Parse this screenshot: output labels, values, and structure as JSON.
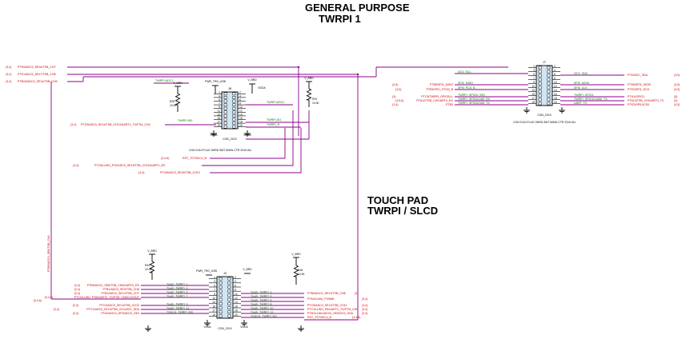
{
  "titles": {
    "general_purpose": "GENERAL PURPOSE",
    "twrpi_1": "TWRPI 1",
    "touch_pad": "TOUCH PAD",
    "twrpi_slcd": "TWRPI / SLCD"
  },
  "colors": {
    "wire": "#8b008b",
    "net_label": "#007a00",
    "sheet_ref": "#cc0000",
    "component": "#000000",
    "connector_fill": "#cfe6f5",
    "pin_number": "#000000"
  },
  "j6": {
    "ref": "J6",
    "part": "CON_2X10",
    "footprint": "CON 2X10 PLUG SHRD SMT 50MIL CTR 231H AU",
    "pins_left": [
      "1",
      "3",
      "5",
      "7",
      "9",
      "11",
      "13",
      "15",
      "17",
      "19"
    ],
    "pins_right": [
      "2",
      "4",
      "6",
      "8",
      "10",
      "12",
      "14",
      "16",
      "18",
      "20"
    ],
    "top_labels": {
      "pwr": "PWR_TRG_USB",
      "vbrd": "V_BRD",
      "vdda": "VDDA"
    },
    "bottom_labels": {
      "vssa": "VSSA",
      "vdda": "VDDA"
    },
    "left_nets": [
      "TWRPI-ADC1",
      "TWRPI-ID0"
    ],
    "right_nets": [
      "TWRPI-ADC2",
      "TWRPI-ID1",
      "TWRPI_R"
    ],
    "r_left": {
      "ref": "R28",
      "value": "10.0K",
      "supply": "V_BRD"
    },
    "r_right": {
      "ref": "R29",
      "value": "10.0K",
      "supply": "V_BRD"
    }
  },
  "j7": {
    "ref": "J7",
    "part": "CON_2X10",
    "footprint": "CON 2X10 PLUG SHRD SMT 50MIL CTR 231H AU",
    "pins_left": [
      "1",
      "3",
      "5",
      "7",
      "9",
      "11",
      "13",
      "15",
      "17",
      "19"
    ],
    "pins_right": [
      "2",
      "4",
      "6",
      "8",
      "10",
      "12",
      "14",
      "16",
      "18",
      "20"
    ],
    "left_nets": [
      "I2C0_SCL",
      "SPI0_MISO",
      "SPI0_PCS_B",
      "TWRPI_GPIO0 / IRQ",
      "TWRPI_GPIO1/CAN_RX",
      "TWRPI_GPIO2/CAN_TX"
    ],
    "right_nets": [
      "I2C0_SDA",
      "SPI0_MOSI",
      "SPI0_CLK",
      "TWRPI_GPIO1",
      "TWRPI_GPIO1/CAN0_TX",
      "UART_TX"
    ],
    "left_signals": [
      "PTB5/SPI1_MISO",
      "PTE5/SPI1_PCS0_B",
      "PTC5/TWRPI_GPIO0/LL",
      "PTA12/TSB_CH/UART0_RX",
      "PTB3"
    ],
    "right_signals": [
      "PTE4/I2C_SDA",
      "PTE6/SPI1_MOSI",
      "PTE2/SPI1_SCK",
      "PTH1/GPIO1",
      "PTA13/TSB_CH/UART0_TX",
      "PTE3/GPIO/CS0"
    ],
    "refs_left": [
      "(3,5)",
      "(3,5)",
      "(3)",
      "(3,5,6)",
      "(3,4)"
    ],
    "refs_right": [
      "(3,5)",
      "(3,5)",
      "(3,5)",
      "(5)",
      "(3)",
      "(3,5)"
    ]
  },
  "top_inputs": [
    {
      "ref": "(3,4)",
      "net": "PTE0/ADC0_SE16/TSB_CH7"
    },
    {
      "ref": "(3,4)",
      "net": "PTE1/ADC0_SE17/TSB_CH8"
    },
    {
      "ref": "(3,4)",
      "net": "PTB10/ADC0_SE14/TSB_CH9"
    }
  ],
  "j6_side_nets": [
    {
      "ref": "(3,4)",
      "net": "PTC0/ADC0_SE14/TSB_CH13/UART1_TX/FTM_CH0"
    },
    {
      "ref": "(3,4,6)",
      "net": "RST_TGT/MCU_B"
    },
    {
      "ref": "(3,4)",
      "net": "PTC6/LLWU_P10/ADC0_SE15/TSB_CH10/UART1_RX"
    },
    {
      "ref": "(3,4)",
      "net": "PTC8/ADC0_SE15/TSB_CH13"
    }
  ],
  "j2": {
    "ref": "J2",
    "part": "CON_2X10",
    "pins_left": [
      "1",
      "3",
      "5",
      "7",
      "9",
      "11",
      "13",
      "15",
      "17",
      "19"
    ],
    "pins_right": [
      "2",
      "4",
      "6",
      "8",
      "10",
      "12",
      "14",
      "16",
      "18",
      "20"
    ],
    "top_labels": {
      "pwr": "PWR_TRG_USB",
      "vbrd": "V_BRD"
    },
    "bottom_labels": {
      "vssa": "VSSA",
      "vdda": "VDDA"
    },
    "left_nets": [
      "Touch_TWRPI_1",
      "Touch_TWRPI_3",
      "Touch_TWRPI_5",
      "Touch_TWRPI_7",
      "Touch_TWRPI_9",
      "Touch_TWRPI_11",
      "TOUCH_TWRPI_ID0"
    ],
    "right_nets": [
      "Touch_TWRPI_2",
      "Touch_TWRPI_4",
      "Touch_TWRPI_6",
      "Touch_TWRPI_8",
      "Touch_TWRPI_10",
      "Touch_TWRPI_12",
      "TOUCH_TWRPI_ID1"
    ],
    "left_signals": [
      "PTB0/ADC0_SE8/TSB_CH0/UART0_RX",
      "PTB1/ADC0_SE9/TSB_CH6",
      "PTB2/ADC0_SE12/TSB_CH7",
      "PTC2/LLWU_PTA/UART1_TX/FTM_CH0/CLKOUT",
      "PTC0/ADC0_SE14/TSB_CH13",
      "PTC1/ADC0_SE15/TSB_CH14/I2C_SDA",
      "PTA2/ADC0_DP3/ADC0_SE3"
    ],
    "right_signals": [
      "PTB3/ADC0_SE13/TSB_CH8",
      "PTA4/LLWU_P3/NMI",
      "PTC5/ADC0_SE13/TSB_CH11",
      "PTC1/LLWU_P6/UART1_TX/FTM_CH0",
      "PTB1/LLWU/ADC0_SE9/I2C0_SDA",
      "RST_TGT/MCU_B"
    ],
    "refs_left": [
      "(3,4)",
      "(3,4)",
      "(3,4)",
      "(3,4,6)",
      "(3,4)",
      "(3,4)",
      "(3,4)"
    ],
    "refs_right": [
      "(3)",
      "(3,4)",
      "(3,4)",
      "(3,4)",
      "(3,4)",
      "(3,4,6)"
    ],
    "r_left": {
      "ref": "R43",
      "value": "10.0K",
      "supply": "V_BRD"
    },
    "r_right": {
      "ref": "R46",
      "value": "10.0K",
      "supply": "V_BRD"
    },
    "vertical_net": "PTB0/ADC0_SE8/TSB_CH0",
    "vertical_ref": "(3,4,6)"
  }
}
